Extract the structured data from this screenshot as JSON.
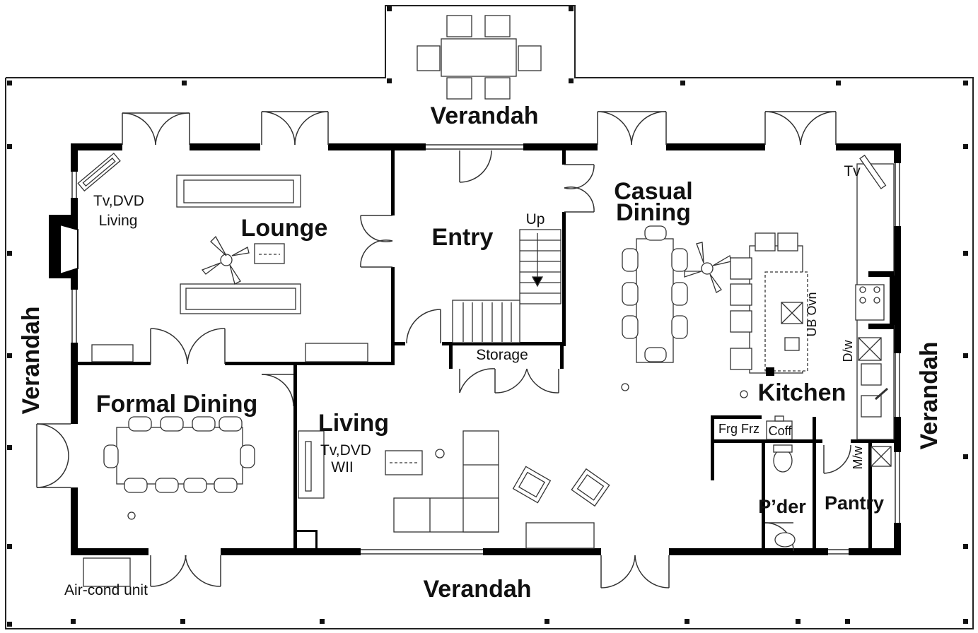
{
  "rooms": {
    "verandah_top": "Verandah",
    "verandah_left": "Verandah",
    "verandah_right": "Verandah",
    "verandah_bottom": "Verandah",
    "lounge": "Lounge",
    "entry": "Entry",
    "casual_dining_1": "Casual",
    "casual_dining_2": "Dining",
    "formal_dining": "Formal Dining",
    "living": "Living",
    "kitchen": "Kitchen",
    "powder": "P’der",
    "pantry": "Pantry",
    "storage": "Storage"
  },
  "fixtures": {
    "tv_dvd_living_1": "Tv,DVD",
    "tv_dvd_living_2": "Living",
    "tv_dvd_wii_1": "Tv,DVD",
    "tv_dvd_wii_2": "WII",
    "tv_kitchen": "Tv",
    "stair_up": "Up",
    "ub_oven": "UB Ovn",
    "dishwasher": "D/w",
    "microwave": "M/w",
    "fridge_freezer": "Frg Frz",
    "coffee": "Coff",
    "air_con": "Air-cond unit"
  }
}
